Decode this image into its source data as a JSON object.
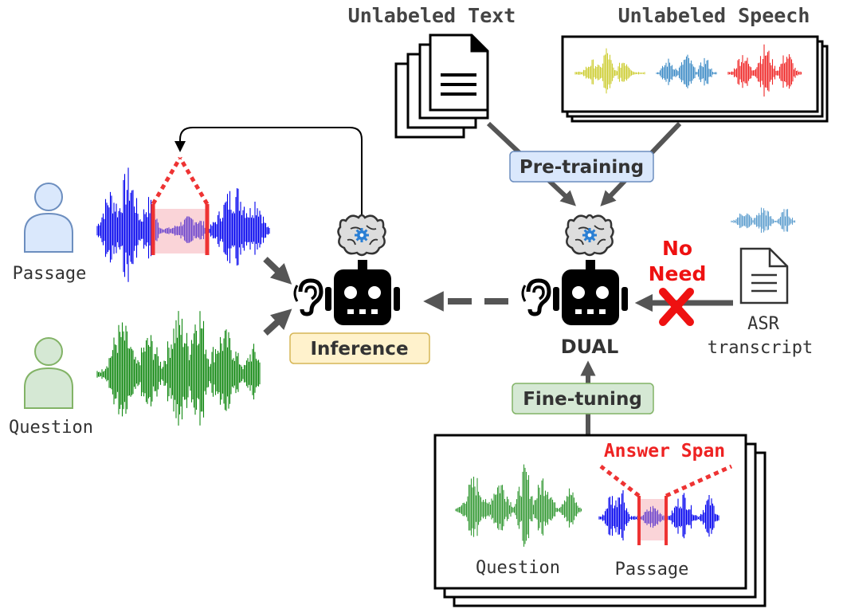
{
  "labels": {
    "unlabeled_text": "Unlabeled Text",
    "unlabeled_speech": "Unlabeled Speech",
    "pretraining": "Pre-training",
    "inference": "Inference",
    "dual": "DUAL",
    "no": "No",
    "need": "Need",
    "asr": "ASR",
    "transcript": "transcript",
    "finetuning": "Fine-tuning",
    "answer_span": "Answer Span",
    "passage_left": "Passage",
    "question_left": "Question",
    "question_bottom": "Question",
    "passage_bottom": "Passage"
  },
  "colors": {
    "passage_wave": "#0000ee",
    "question_wave": "#118811",
    "span_red": "#ee3333",
    "pretrain_fill": "#dae8fc",
    "pretrain_stroke": "#6c8ebf",
    "inference_fill": "#fff2cc",
    "inference_stroke": "#d6b656",
    "finetune_fill": "#d5e8d4",
    "finetune_stroke": "#82b366",
    "arrow_gray": "#555555",
    "speech_yellow": "#c8c820",
    "speech_blue": "#2a80c0",
    "speech_red": "#ee1111"
  },
  "icons": [
    "person-icon",
    "robot-icon",
    "brain-gear-icon",
    "ear-icon",
    "document-icon",
    "cross-icon"
  ]
}
